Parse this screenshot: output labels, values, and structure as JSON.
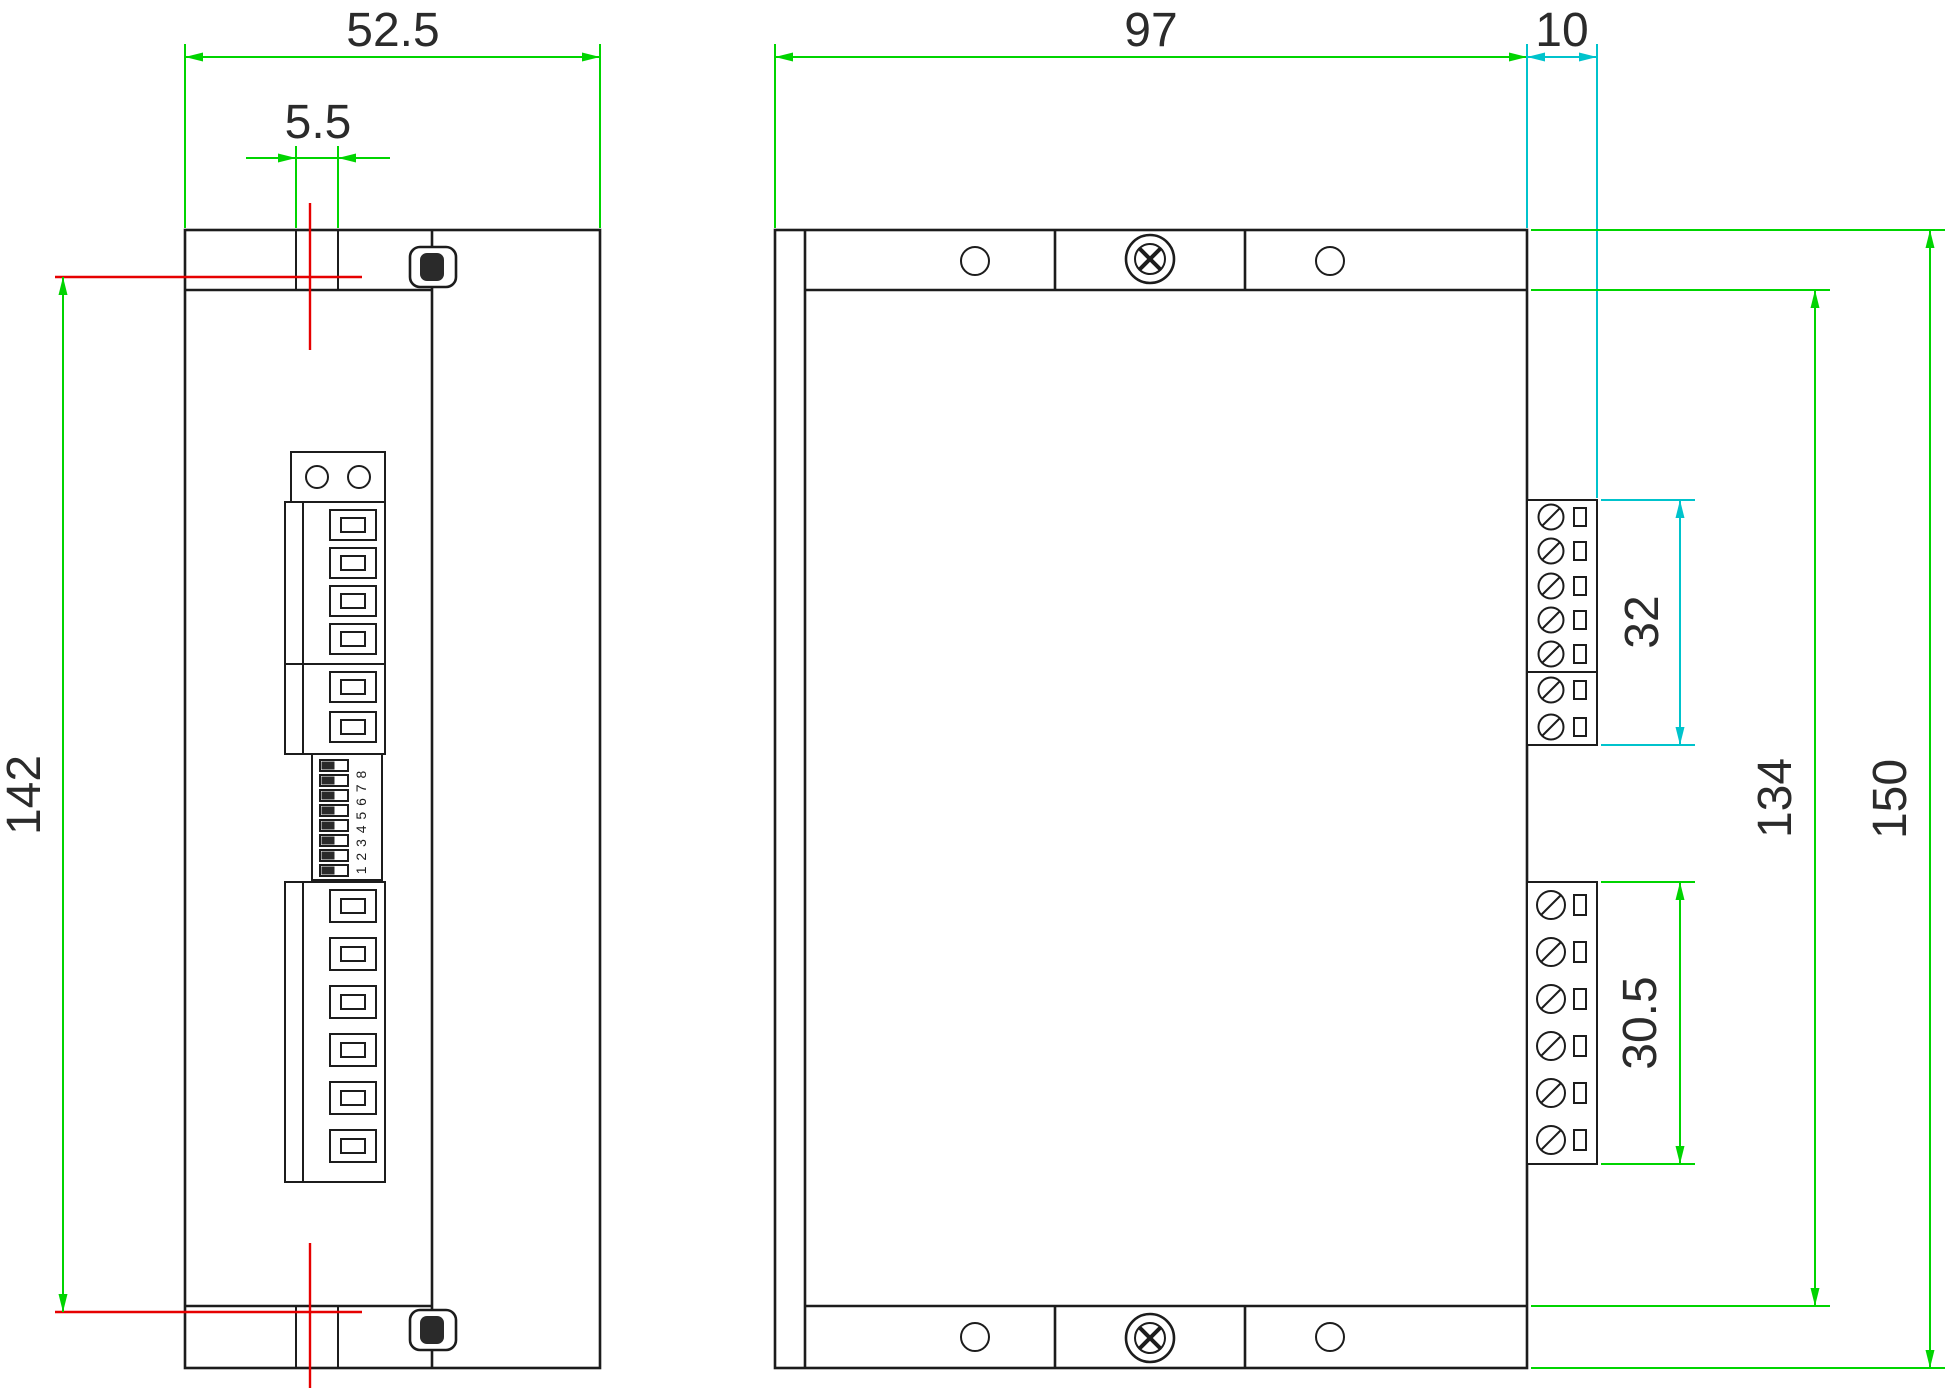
{
  "drawing": {
    "dimension_labels": {
      "side_width": "52.5",
      "slot_width": "5.5",
      "mounting_pitch": "142",
      "front_width": "97",
      "terminal_depth": "10",
      "upper_terminal_height": "32",
      "flange_spacing": "134",
      "overall_height": "150",
      "lower_terminal_height": "30.5"
    },
    "dip_switch": {
      "labels": "1 2 3 4 5 6 7 8"
    },
    "colors": {
      "dimension_primary": "#00d400",
      "dimension_secondary": "#00c3cc",
      "centerline": "#e60000",
      "outline": "#1c1c1c",
      "label_text": "#2b2b2b",
      "background": "#ffffff"
    }
  }
}
